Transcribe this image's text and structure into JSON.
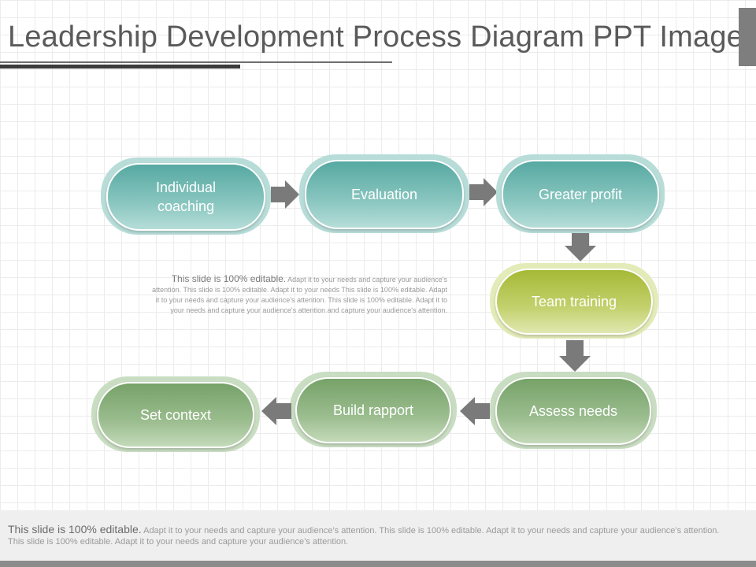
{
  "slide": {
    "title": "Leadership Development Process Diagram PPT Images"
  },
  "process": {
    "steps": [
      {
        "label": "Individual coaching",
        "color": "#5eaea7"
      },
      {
        "label": "Evaluation",
        "color": "#5eaea7"
      },
      {
        "label": "Greater profit",
        "color": "#5eaea7"
      },
      {
        "label": "Team training",
        "color": "#aabd3c"
      },
      {
        "label": "Assess needs",
        "color": "#7ca66e"
      },
      {
        "label": "Build rapport",
        "color": "#7ca66e"
      },
      {
        "label": "Set context",
        "color": "#7ca66e"
      }
    ],
    "arrow_color": "#7a7a7a"
  },
  "note": {
    "lead": "This slide is 100% editable.",
    "body": " Adapt it to your needs and capture your audience's attention. This slide is 100% editable. Adapt it to your needs This slide is 100% editable. Adapt it to your needs and capture your audience's attention. This slide is 100% editable. Adapt it to your needs and capture your audience's attention and capture your audience's attention."
  },
  "footer": {
    "lead": "This slide is 100% editable.",
    "body": " Adapt it to your needs and capture your audience’s attention. This slide is 100% editable. Adapt it to your needs and capture your audience’s attention. This slide is 100% editable. Adapt it to your needs and capture your audience’s attention."
  }
}
